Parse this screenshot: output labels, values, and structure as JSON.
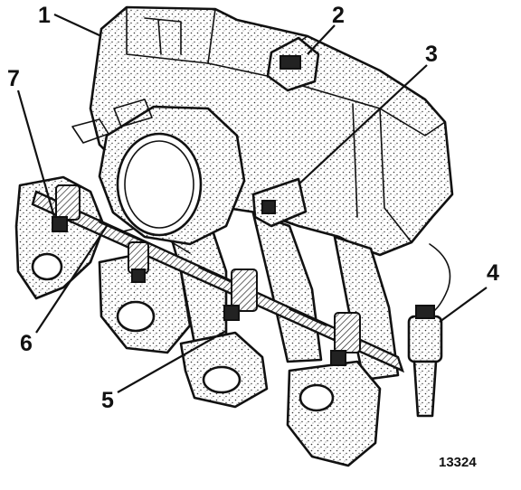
{
  "figure": {
    "reference_number": "13324",
    "callouts": [
      "1",
      "2",
      "3",
      "4",
      "5",
      "6",
      "7"
    ]
  },
  "colors": {
    "ink": "#111111",
    "paper": "#ffffff"
  }
}
